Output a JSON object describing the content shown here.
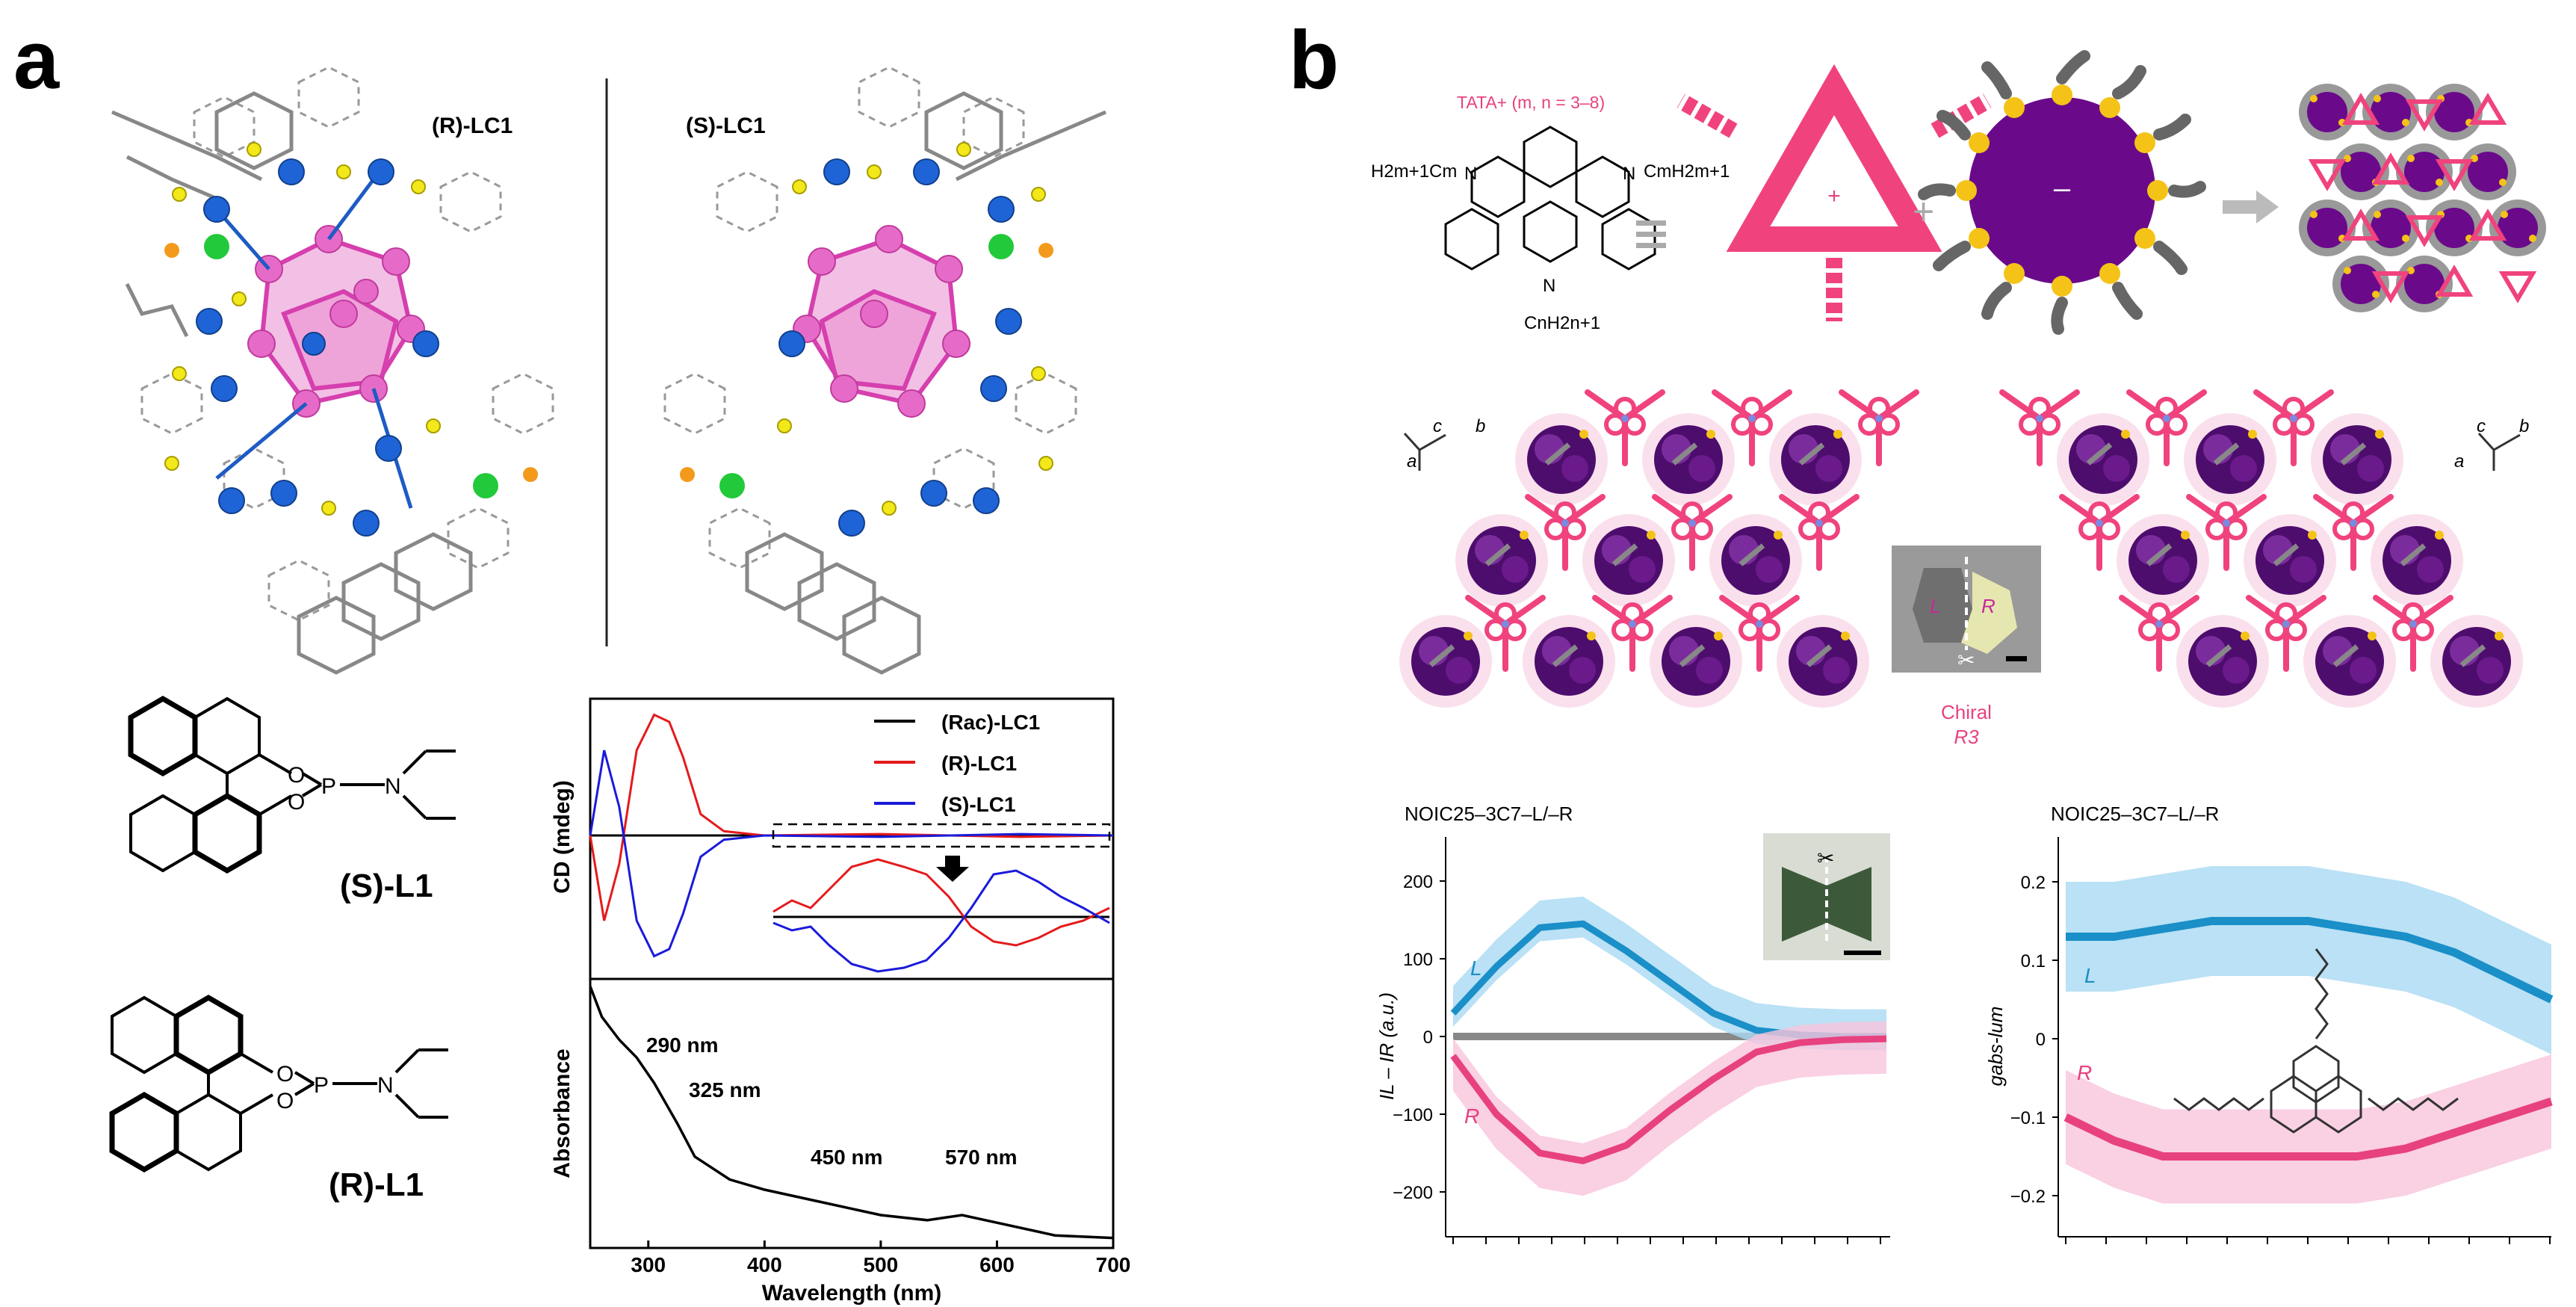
{
  "panels": [
    {
      "letter": "a",
      "top_left_label": "(R)-LC1",
      "top_right_label": "(S)-LC1",
      "ligand_s_label": "(S)-L1",
      "ligand_r_label": "(R)-L1",
      "cd_plot": {
        "ylabel": "CD (mdeg)",
        "legend": [
          "(Rac)-LC1",
          "(R)-LC1",
          "(S)-LC1"
        ],
        "colors": [
          "#000000",
          "#e41a1c",
          "#1a1adb"
        ]
      },
      "abs_plot": {
        "ylabel": "Absorbance",
        "xlabel": "Wavelength (nm)",
        "x_ticks": [
          "300",
          "400",
          "500",
          "600",
          "700"
        ],
        "annotations": [
          "290 nm",
          "325 nm",
          "450 nm",
          "570 nm"
        ]
      }
    },
    {
      "letter": "b",
      "tata_label": "TATA+ (m, n = 3–8)",
      "formula_left": "H2m+1Cm",
      "formula_right": "CmH2m+1",
      "formula_bottom": "CnH2n+1",
      "plus_sign": "+",
      "minus_sign": "–",
      "axis_labels": [
        "c",
        "b",
        "a"
      ],
      "chirality_label": "Chiral",
      "space_group": "R3",
      "crystal_labels": [
        "L",
        "R"
      ],
      "plot_left": {
        "title": "NOIC25–3C7–L/–R",
        "ylabel": "IL – IR (a.u.)",
        "y_ticks": [
          "200",
          "100",
          "0",
          "−100",
          "−200"
        ],
        "series_labels": [
          "L",
          "R"
        ]
      },
      "plot_right": {
        "title": "NOIC25–3C7–L/–R",
        "ylabel": "gabs-lum",
        "y_ticks": [
          "0.2",
          "0.1",
          "0",
          "−0.1",
          "−0.2"
        ],
        "series_labels": [
          "L",
          "R"
        ]
      }
    }
  ],
  "chart_data": [
    {
      "type": "line",
      "title": "",
      "ylabel": "CD (mdeg)",
      "xlabel": "",
      "xlim": [
        250,
        700
      ],
      "series": [
        {
          "name": "(Rac)-LC1",
          "x": [
            250,
            400,
            700
          ],
          "values": [
            0,
            0,
            0
          ]
        },
        {
          "name": "(R)-LC1",
          "x": [
            250,
            262,
            275,
            290,
            305,
            318,
            330,
            345,
            365,
            400,
            500,
            560,
            620,
            700
          ],
          "values": [
            0,
            -60,
            -20,
            60,
            85,
            80,
            55,
            15,
            3,
            0,
            1,
            0,
            -1,
            0
          ]
        },
        {
          "name": "(S)-LC1",
          "x": [
            250,
            262,
            275,
            290,
            305,
            318,
            330,
            345,
            365,
            400,
            500,
            560,
            620,
            700
          ],
          "values": [
            0,
            60,
            20,
            -60,
            -85,
            -80,
            -55,
            -15,
            -3,
            0,
            -1,
            0,
            1,
            0
          ]
        }
      ]
    },
    {
      "type": "line",
      "title": "",
      "xlabel": "Wavelength (nm)",
      "ylabel": "Absorbance",
      "xlim": [
        250,
        700
      ],
      "series": [
        {
          "name": "",
          "x": [
            250,
            260,
            275,
            290,
            305,
            325,
            340,
            370,
            400,
            450,
            500,
            540,
            570,
            600,
            650,
            700
          ],
          "values": [
            1.0,
            0.88,
            0.79,
            0.72,
            0.62,
            0.46,
            0.33,
            0.24,
            0.2,
            0.15,
            0.1,
            0.08,
            0.1,
            0.07,
            0.02,
            0.01
          ]
        }
      ]
    },
    {
      "type": "line",
      "title": "NOIC25–3C7–L/–R",
      "ylabel": "IL – IR (a.u.)",
      "ylim": [
        -250,
        250
      ],
      "series": [
        {
          "name": "L",
          "x": [
            0,
            0.1,
            0.2,
            0.3,
            0.4,
            0.5,
            0.6,
            0.7,
            0.8,
            0.9,
            1.0
          ],
          "values": [
            30,
            90,
            140,
            145,
            110,
            70,
            30,
            8,
            2,
            0,
            0
          ]
        },
        {
          "name": "R",
          "x": [
            0,
            0.1,
            0.2,
            0.3,
            0.4,
            0.5,
            0.6,
            0.7,
            0.8,
            0.9,
            1.0
          ],
          "values": [
            -25,
            -100,
            -150,
            -160,
            -140,
            -95,
            -55,
            -20,
            -8,
            -4,
            -3
          ]
        }
      ]
    },
    {
      "type": "line",
      "title": "NOIC25–3C7–L/–R",
      "ylabel": "gabs-lum",
      "ylim": [
        -0.25,
        0.25
      ],
      "series": [
        {
          "name": "L",
          "x": [
            0,
            0.1,
            0.2,
            0.3,
            0.4,
            0.5,
            0.6,
            0.7,
            0.8,
            0.9,
            1.0
          ],
          "values": [
            0.13,
            0.13,
            0.14,
            0.15,
            0.15,
            0.15,
            0.14,
            0.13,
            0.11,
            0.08,
            0.05
          ]
        },
        {
          "name": "R",
          "x": [
            0,
            0.1,
            0.2,
            0.3,
            0.4,
            0.5,
            0.6,
            0.7,
            0.8,
            0.9,
            1.0
          ],
          "values": [
            -0.1,
            -0.13,
            -0.15,
            -0.15,
            -0.15,
            -0.15,
            -0.15,
            -0.14,
            -0.12,
            -0.1,
            -0.08
          ]
        }
      ]
    }
  ]
}
